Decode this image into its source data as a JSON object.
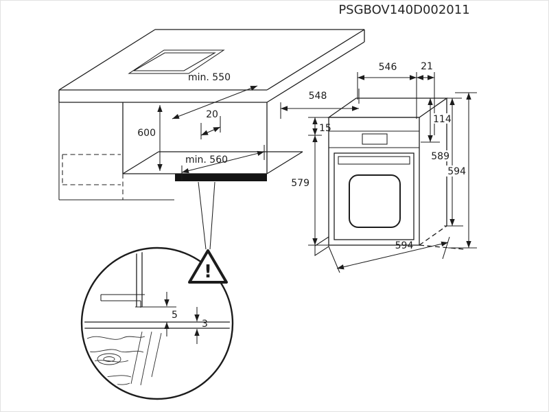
{
  "part_number": "PSGBOV140D002011",
  "cabinet": {
    "height": "600",
    "depth_min": "min. 550",
    "back_gap": "20",
    "base_depth_min": "min. 560"
  },
  "oven": {
    "top_depth": "548",
    "casing_depth": "546",
    "front_overhang": "21",
    "top_clearance": "15",
    "control_panel_height": "114",
    "body_height": "589",
    "overall_height": "594",
    "door_height": "579",
    "overall_width": "594"
  },
  "detail": {
    "clearance_top": "5",
    "clearance_bottom": "3",
    "warning_glyph": "!"
  },
  "colors": {
    "line": "#1c1c1c",
    "background": "#ffffff"
  }
}
